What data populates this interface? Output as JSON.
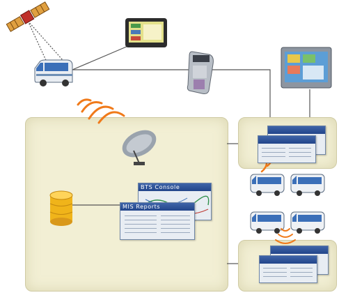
{
  "diagram": {
    "windows": [
      {
        "id": "bts",
        "title": "BTS Console"
      },
      {
        "id": "mis",
        "title": "MIS Reports"
      },
      {
        "id": "client-top",
        "title": ""
      },
      {
        "id": "client-bottom",
        "title": ""
      }
    ],
    "nodes": [
      "satellite",
      "bus-gps",
      "tablet-terminal",
      "payment-terminal",
      "kiosk-monitor",
      "satellite-dish",
      "database",
      "bus-fleet-top",
      "bus-fleet-bottom"
    ],
    "colors": {
      "panel": "#f2efd4",
      "titlebar": "#2a4c8f",
      "signal": "#f07a1a",
      "line": "#555555"
    }
  }
}
